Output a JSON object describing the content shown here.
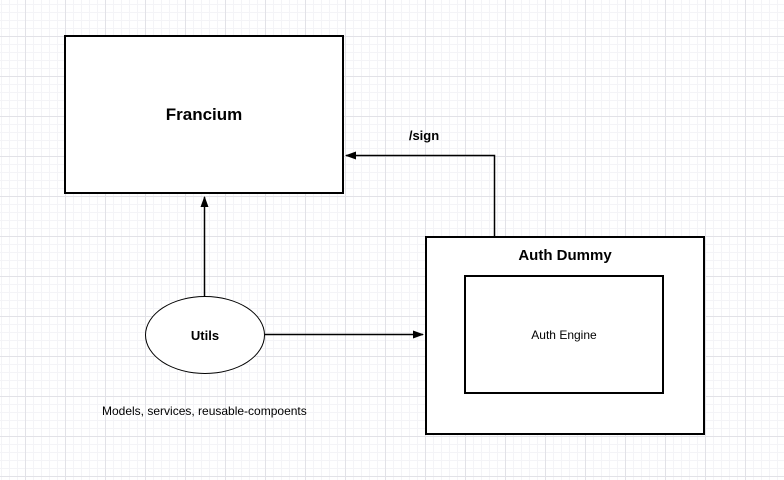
{
  "diagram": {
    "nodes": {
      "francium": {
        "label": "Francium",
        "shape": "rectangle"
      },
      "utils": {
        "label": "Utils",
        "shape": "ellipse"
      },
      "auth_dummy": {
        "label": "Auth Dummy",
        "shape": "rectangle"
      },
      "auth_engine": {
        "label": "Auth Engine",
        "shape": "rectangle"
      }
    },
    "edges": [
      {
        "id": "utils-to-francium",
        "from": "utils",
        "to": "francium",
        "label": ""
      },
      {
        "id": "utils-to-auth-dummy",
        "from": "utils",
        "to": "auth_dummy",
        "label": ""
      },
      {
        "id": "auth-engine-to-francium",
        "from": "auth_engine",
        "to": "francium",
        "label": "/sign"
      }
    ],
    "sign_edge_label": "/sign",
    "notes": {
      "utils_note": "Models, services, reusable-compoents"
    },
    "colors": {
      "stroke": "#000000",
      "node_fill": "#ffffff",
      "grid_minor": "#f4f4f7",
      "grid_major": "#e2e2e7",
      "background": "#ffffff"
    }
  }
}
